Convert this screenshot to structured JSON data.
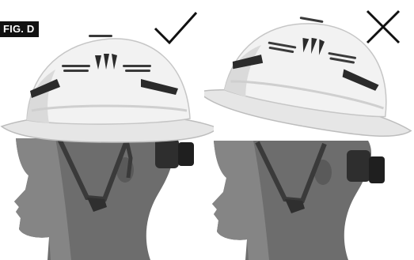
{
  "figure": {
    "label": "FIG. D"
  },
  "panels": [
    {
      "id": "correct",
      "mark_icon": "checkmark-icon",
      "meaning": "correct-fit"
    },
    {
      "id": "incorrect",
      "mark_icon": "cross-icon",
      "meaning": "incorrect-fit"
    }
  ],
  "colors": {
    "helmet": "#ececec",
    "helmet_shadow": "#bcbcbc",
    "head": "#6d6d6d",
    "strap": "#3a3a3a",
    "mark": "#111111"
  }
}
